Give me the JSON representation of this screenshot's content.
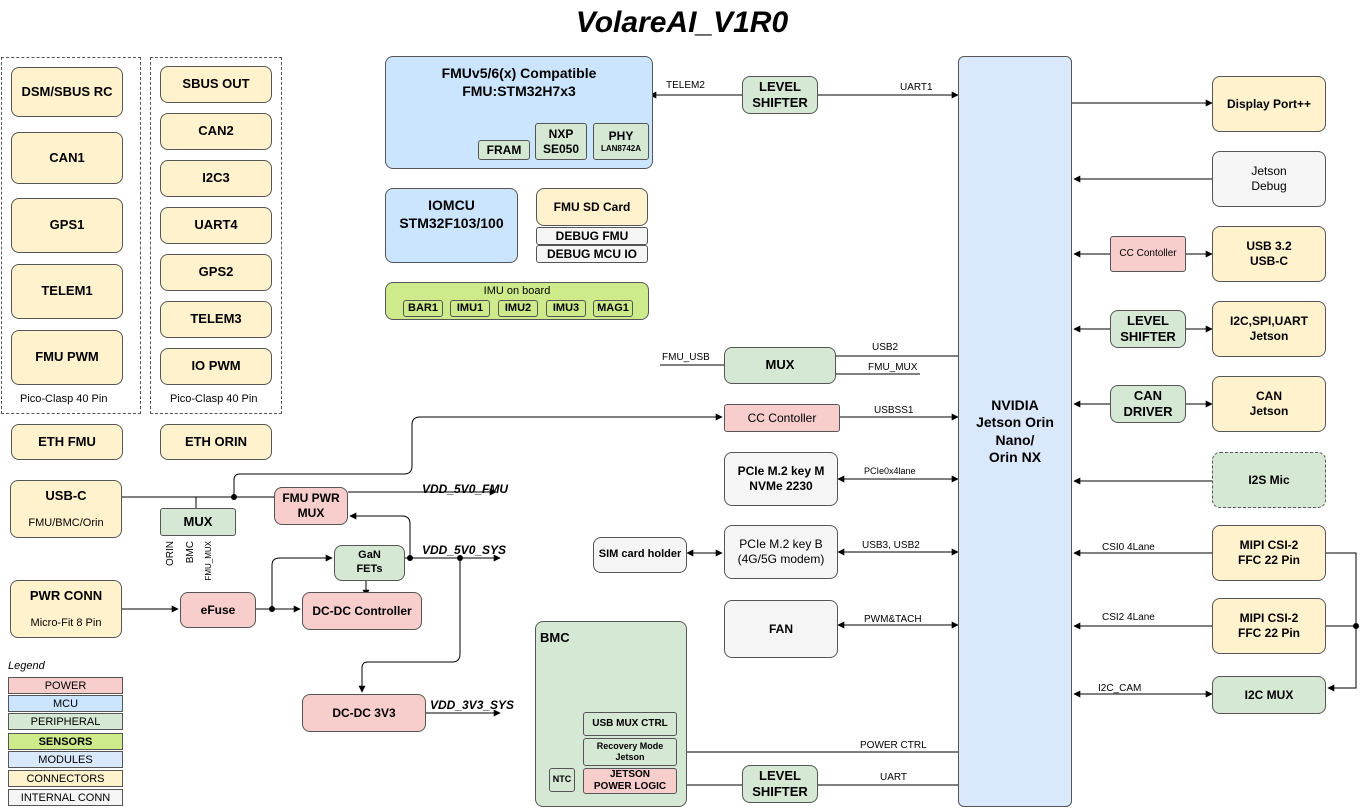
{
  "title": "VolareAI_V1R0",
  "left_group": {
    "items": [
      "DSM/SBUS RC",
      "CAN1",
      "GPS1",
      "TELEM1",
      "FMU PWM"
    ],
    "caption": "Pico-Clasp 40 Pin"
  },
  "mid_group": {
    "items": [
      "SBUS OUT",
      "CAN2",
      "I2C3",
      "UART4",
      "GPS2",
      "TELEM3",
      "IO PWM"
    ],
    "caption": "Pico-Clasp 40 Pin"
  },
  "eth": {
    "fmu": "ETH FMU",
    "orin": "ETH ORIN"
  },
  "usbc": {
    "title": "USB-C",
    "sub": "FMU/BMC/Orin"
  },
  "pwrconn": {
    "title": "PWR CONN",
    "sub": "Micro-Fit 8 Pin"
  },
  "mux_left": {
    "label": "MUX",
    "pins": [
      "ORIN",
      "BMC",
      "FMU_MUX"
    ]
  },
  "fmu_pwr_mux": "FMU PWR\nMUX",
  "gan": "GaN\nFETs",
  "efuse": "eFuse",
  "dcdc_ctrl": "DC-DC Controller",
  "dcdc_3v3": "DC-DC 3V3",
  "rails": {
    "fmu5": "VDD_5V0_FMU",
    "sys5": "VDD_5V0_SYS",
    "sys3": "VDD_3V3_SYS"
  },
  "fmu": {
    "title": "FMUv5/6(x) Compatible\nFMU:STM32H7x3",
    "fram": "FRAM",
    "nxp": "NXP\nSE050",
    "phy": "PHY",
    "phy_sub": "LAN8742A"
  },
  "iomcu": "IOMCU\nSTM32F103/100",
  "sdcard": "FMU SD Card",
  "debug_fmu": "DEBUG FMU",
  "debug_mcu": "DEBUG MCU IO",
  "imu": {
    "title": "IMU on board",
    "items": [
      "BAR1",
      "IMU1",
      "IMU2",
      "IMU3",
      "MAG1"
    ]
  },
  "level_shifter": "LEVEL\nSHIFTER",
  "mux_mid": "MUX",
  "cc_controller": "CC Contoller",
  "nvme": "PCIe M.2 key M\nNVMe 2230",
  "modem": "PCIe M.2 key B\n(4G/5G modem)",
  "sim": "SIM card holder",
  "fan": "FAN",
  "bmc": {
    "title": "BMC",
    "usb_mux_ctrl": "USB MUX CTRL",
    "recovery": "Recovery Mode\nJetson",
    "ntc": "NTC",
    "power_logic": "JETSON\nPOWER LOGIC"
  },
  "jetson": "NVIDIA\nJetson Orin\nNano/\nOrin NX",
  "right": {
    "display": "Display Port++",
    "debug": "Jetson\nDebug",
    "usb32": "USB 3.2\nUSB-C",
    "i2c_spi_uart": "I2C,SPI,UART\nJetson",
    "can_driver": "CAN\nDRIVER",
    "can_jetson": "CAN\nJetson",
    "i2s": "I2S Mic",
    "csi_a": "MIPI CSI-2\nFFC 22 Pin",
    "csi_b": "MIPI CSI-2\nFFC 22 Pin",
    "i2c_mux": "I2C MUX"
  },
  "signals": {
    "telem2": "TELEM2",
    "uart1": "UART1",
    "fmu_usb": "FMU_USB",
    "usb2": "USB2",
    "fmu_mux": "FMU_MUX",
    "usbss1": "USBSS1",
    "pcie": "PCIe0x4lane",
    "usb3usb2": "USB3, USB2",
    "pwm": "PWM&TACH",
    "power_ctrl": "POWER CTRL",
    "uart": "UART",
    "csi0": "CSI0 4Lane",
    "csi2": "CSI2 4Lane",
    "i2c_cam": "I2C_CAM"
  },
  "legend": {
    "title": "Legend",
    "items": [
      "POWER",
      "MCU",
      "PERIPHERAL",
      "SENSORS",
      "MODULES",
      "CONNECTORS",
      "INTERNAL CONN"
    ]
  },
  "colors": {
    "power": "#f8cecc",
    "mcu": "#cce5ff",
    "peripheral": "#d5e8d4",
    "sensors": "#cdeb8b",
    "modules": "#dae8fc",
    "connectors": "#fff2cc",
    "internal": "#f5f5f5"
  }
}
